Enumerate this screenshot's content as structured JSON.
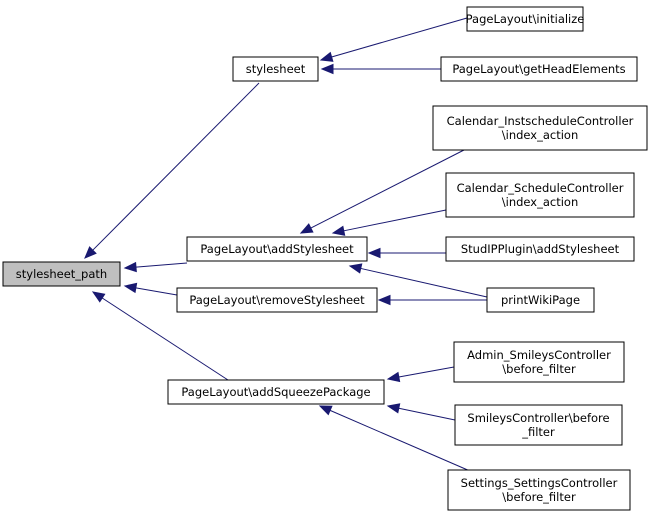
{
  "graph": {
    "nodes": [
      {
        "id": "stylesheet_path",
        "lines": [
          "stylesheet_path"
        ],
        "root": true
      },
      {
        "id": "stylesheet",
        "lines": [
          "stylesheet"
        ]
      },
      {
        "id": "addStylesheet",
        "lines": [
          "PageLayout\\addStylesheet"
        ]
      },
      {
        "id": "removeStylesheet",
        "lines": [
          "PageLayout\\removeStylesheet"
        ]
      },
      {
        "id": "addSqueezePackage",
        "lines": [
          "PageLayout\\addSqueezePackage"
        ]
      },
      {
        "id": "initialize",
        "lines": [
          "PageLayout\\initialize"
        ]
      },
      {
        "id": "getHeadElements",
        "lines": [
          "PageLayout\\getHeadElements"
        ]
      },
      {
        "id": "inst_index",
        "lines": [
          "Calendar_InstscheduleController",
          "\\index_action"
        ]
      },
      {
        "id": "sched_index",
        "lines": [
          "Calendar_ScheduleController",
          "\\index_action"
        ]
      },
      {
        "id": "studip_add",
        "lines": [
          "StudIPPlugin\\addStylesheet"
        ]
      },
      {
        "id": "printWikiPage",
        "lines": [
          "printWikiPage"
        ]
      },
      {
        "id": "admin_smileys",
        "lines": [
          "Admin_SmileysController",
          "\\before_filter"
        ]
      },
      {
        "id": "smileys",
        "lines": [
          "SmileysController\\before",
          "_filter"
        ]
      },
      {
        "id": "settings",
        "lines": [
          "Settings_SettingsController",
          "\\before_filter"
        ]
      }
    ],
    "edges": [
      {
        "from": "stylesheet",
        "to": "stylesheet_path"
      },
      {
        "from": "addStylesheet",
        "to": "stylesheet_path"
      },
      {
        "from": "removeStylesheet",
        "to": "stylesheet_path"
      },
      {
        "from": "addSqueezePackage",
        "to": "stylesheet_path"
      },
      {
        "from": "initialize",
        "to": "stylesheet"
      },
      {
        "from": "getHeadElements",
        "to": "stylesheet"
      },
      {
        "from": "inst_index",
        "to": "addStylesheet"
      },
      {
        "from": "sched_index",
        "to": "addStylesheet"
      },
      {
        "from": "studip_add",
        "to": "addStylesheet"
      },
      {
        "from": "printWikiPage",
        "to": "addStylesheet"
      },
      {
        "from": "printWikiPage",
        "to": "removeStylesheet"
      },
      {
        "from": "admin_smileys",
        "to": "addSqueezePackage"
      },
      {
        "from": "smileys",
        "to": "addSqueezePackage"
      },
      {
        "from": "settings",
        "to": "addSqueezePackage"
      }
    ]
  }
}
